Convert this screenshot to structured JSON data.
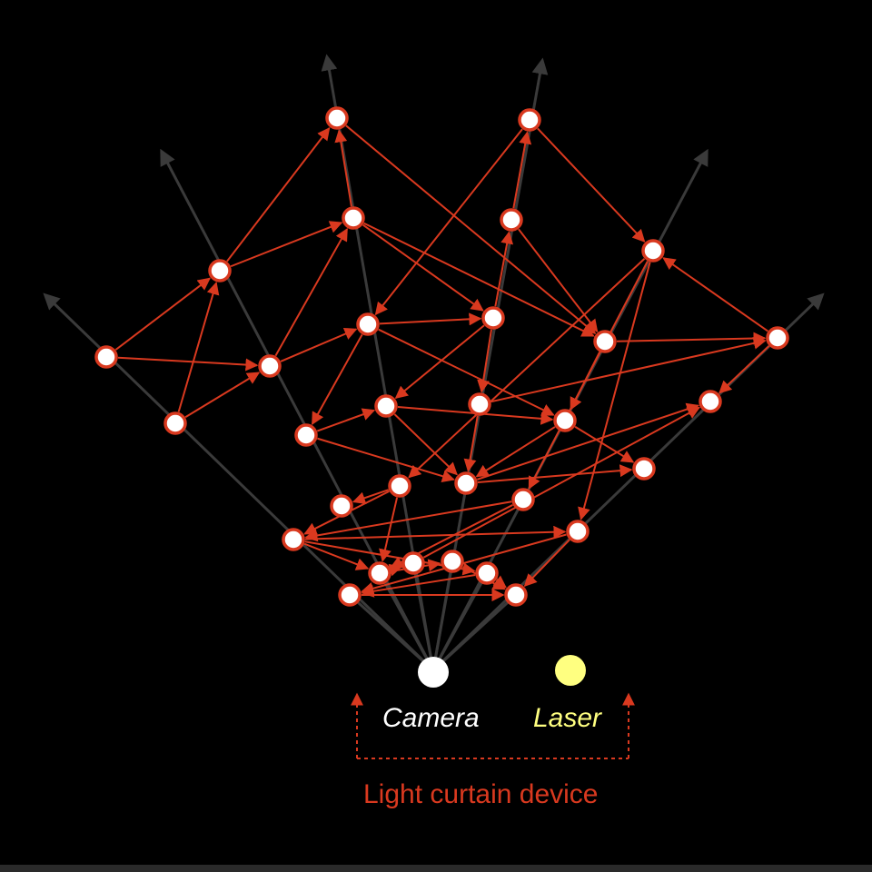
{
  "labels": {
    "camera": "Camera",
    "laser": "Laser",
    "device": "Light curtain device"
  },
  "colors": {
    "background": "#000000",
    "ray": "#3a3a3a",
    "edge": "#d9391f",
    "node_fill": "#ffffff",
    "camera_dot": "#ffffff",
    "laser_dot": "#ffff80",
    "camera_text": "#ffffff",
    "laser_text": "#ffff80",
    "device_text": "#d9391f"
  },
  "nodes": [
    {
      "id": "n01"
    },
    {
      "id": "n02"
    },
    {
      "id": "n03"
    },
    {
      "id": "n04"
    },
    {
      "id": "n05"
    },
    {
      "id": "n06"
    },
    {
      "id": "n07"
    },
    {
      "id": "n08"
    },
    {
      "id": "n09"
    },
    {
      "id": "n10"
    },
    {
      "id": "n11"
    },
    {
      "id": "n12"
    },
    {
      "id": "n13"
    },
    {
      "id": "n14"
    },
    {
      "id": "n15"
    },
    {
      "id": "n16"
    },
    {
      "id": "n17"
    },
    {
      "id": "n18"
    },
    {
      "id": "n19"
    },
    {
      "id": "n20"
    },
    {
      "id": "n21"
    },
    {
      "id": "n22"
    },
    {
      "id": "n23"
    },
    {
      "id": "n24"
    },
    {
      "id": "n25"
    },
    {
      "id": "n26"
    },
    {
      "id": "n27"
    },
    {
      "id": "n28"
    },
    {
      "id": "n29"
    },
    {
      "id": "n30"
    },
    {
      "id": "n31"
    },
    {
      "id": "n32"
    },
    {
      "id": "n33"
    },
    {
      "id": "n34"
    },
    {
      "id": "n35"
    }
  ],
  "edges": [
    [
      "n01",
      "n04"
    ],
    [
      "n01",
      "n06"
    ],
    [
      "n02",
      "n04"
    ],
    [
      "n02",
      "n06"
    ],
    [
      "n04",
      "n08"
    ],
    [
      "n04",
      "n09"
    ],
    [
      "n06",
      "n09"
    ],
    [
      "n06",
      "n12"
    ],
    [
      "n09",
      "n08"
    ],
    [
      "n09",
      "n14"
    ],
    [
      "n08",
      "n16"
    ],
    [
      "n09",
      "n16"
    ],
    [
      "n12",
      "n14"
    ],
    [
      "n12",
      "n17"
    ],
    [
      "n12",
      "n19"
    ],
    [
      "n14",
      "n18"
    ],
    [
      "n14",
      "n13"
    ],
    [
      "n14",
      "n15"
    ],
    [
      "n18",
      "n20"
    ],
    [
      "n18",
      "n22"
    ],
    [
      "n17",
      "n15"
    ],
    [
      "n17",
      "n22"
    ],
    [
      "n15",
      "n19"
    ],
    [
      "n15",
      "n22"
    ],
    [
      "n13",
      "n10"
    ],
    [
      "n13",
      "n16"
    ],
    [
      "n16",
      "n20"
    ],
    [
      "n16",
      "n19"
    ],
    [
      "n19",
      "n22"
    ],
    [
      "n19",
      "n21"
    ],
    [
      "n22",
      "n21"
    ],
    [
      "n22",
      "n23"
    ],
    [
      "n20",
      "n11"
    ],
    [
      "n20",
      "n23"
    ],
    [
      "n10",
      "n11"
    ],
    [
      "n10",
      "n12"
    ],
    [
      "n11",
      "n24"
    ],
    [
      "n11",
      "n26"
    ],
    [
      "n11",
      "n27"
    ],
    [
      "n24",
      "n28"
    ],
    [
      "n24",
      "n25"
    ],
    [
      "n24",
      "n30"
    ],
    [
      "n26",
      "n28"
    ],
    [
      "n26",
      "n30"
    ],
    [
      "n28",
      "n33"
    ],
    [
      "n28",
      "n27"
    ],
    [
      "n28",
      "n30"
    ],
    [
      "n27",
      "n34"
    ],
    [
      "n27",
      "n32"
    ],
    [
      "n33",
      "n34"
    ],
    [
      "n33",
      "n35"
    ],
    [
      "n34",
      "n35"
    ],
    [
      "n34",
      "n32"
    ],
    [
      "n30",
      "n31"
    ],
    [
      "n30",
      "n29"
    ],
    [
      "n31",
      "n32"
    ],
    [
      "n29",
      "n23"
    ]
  ]
}
